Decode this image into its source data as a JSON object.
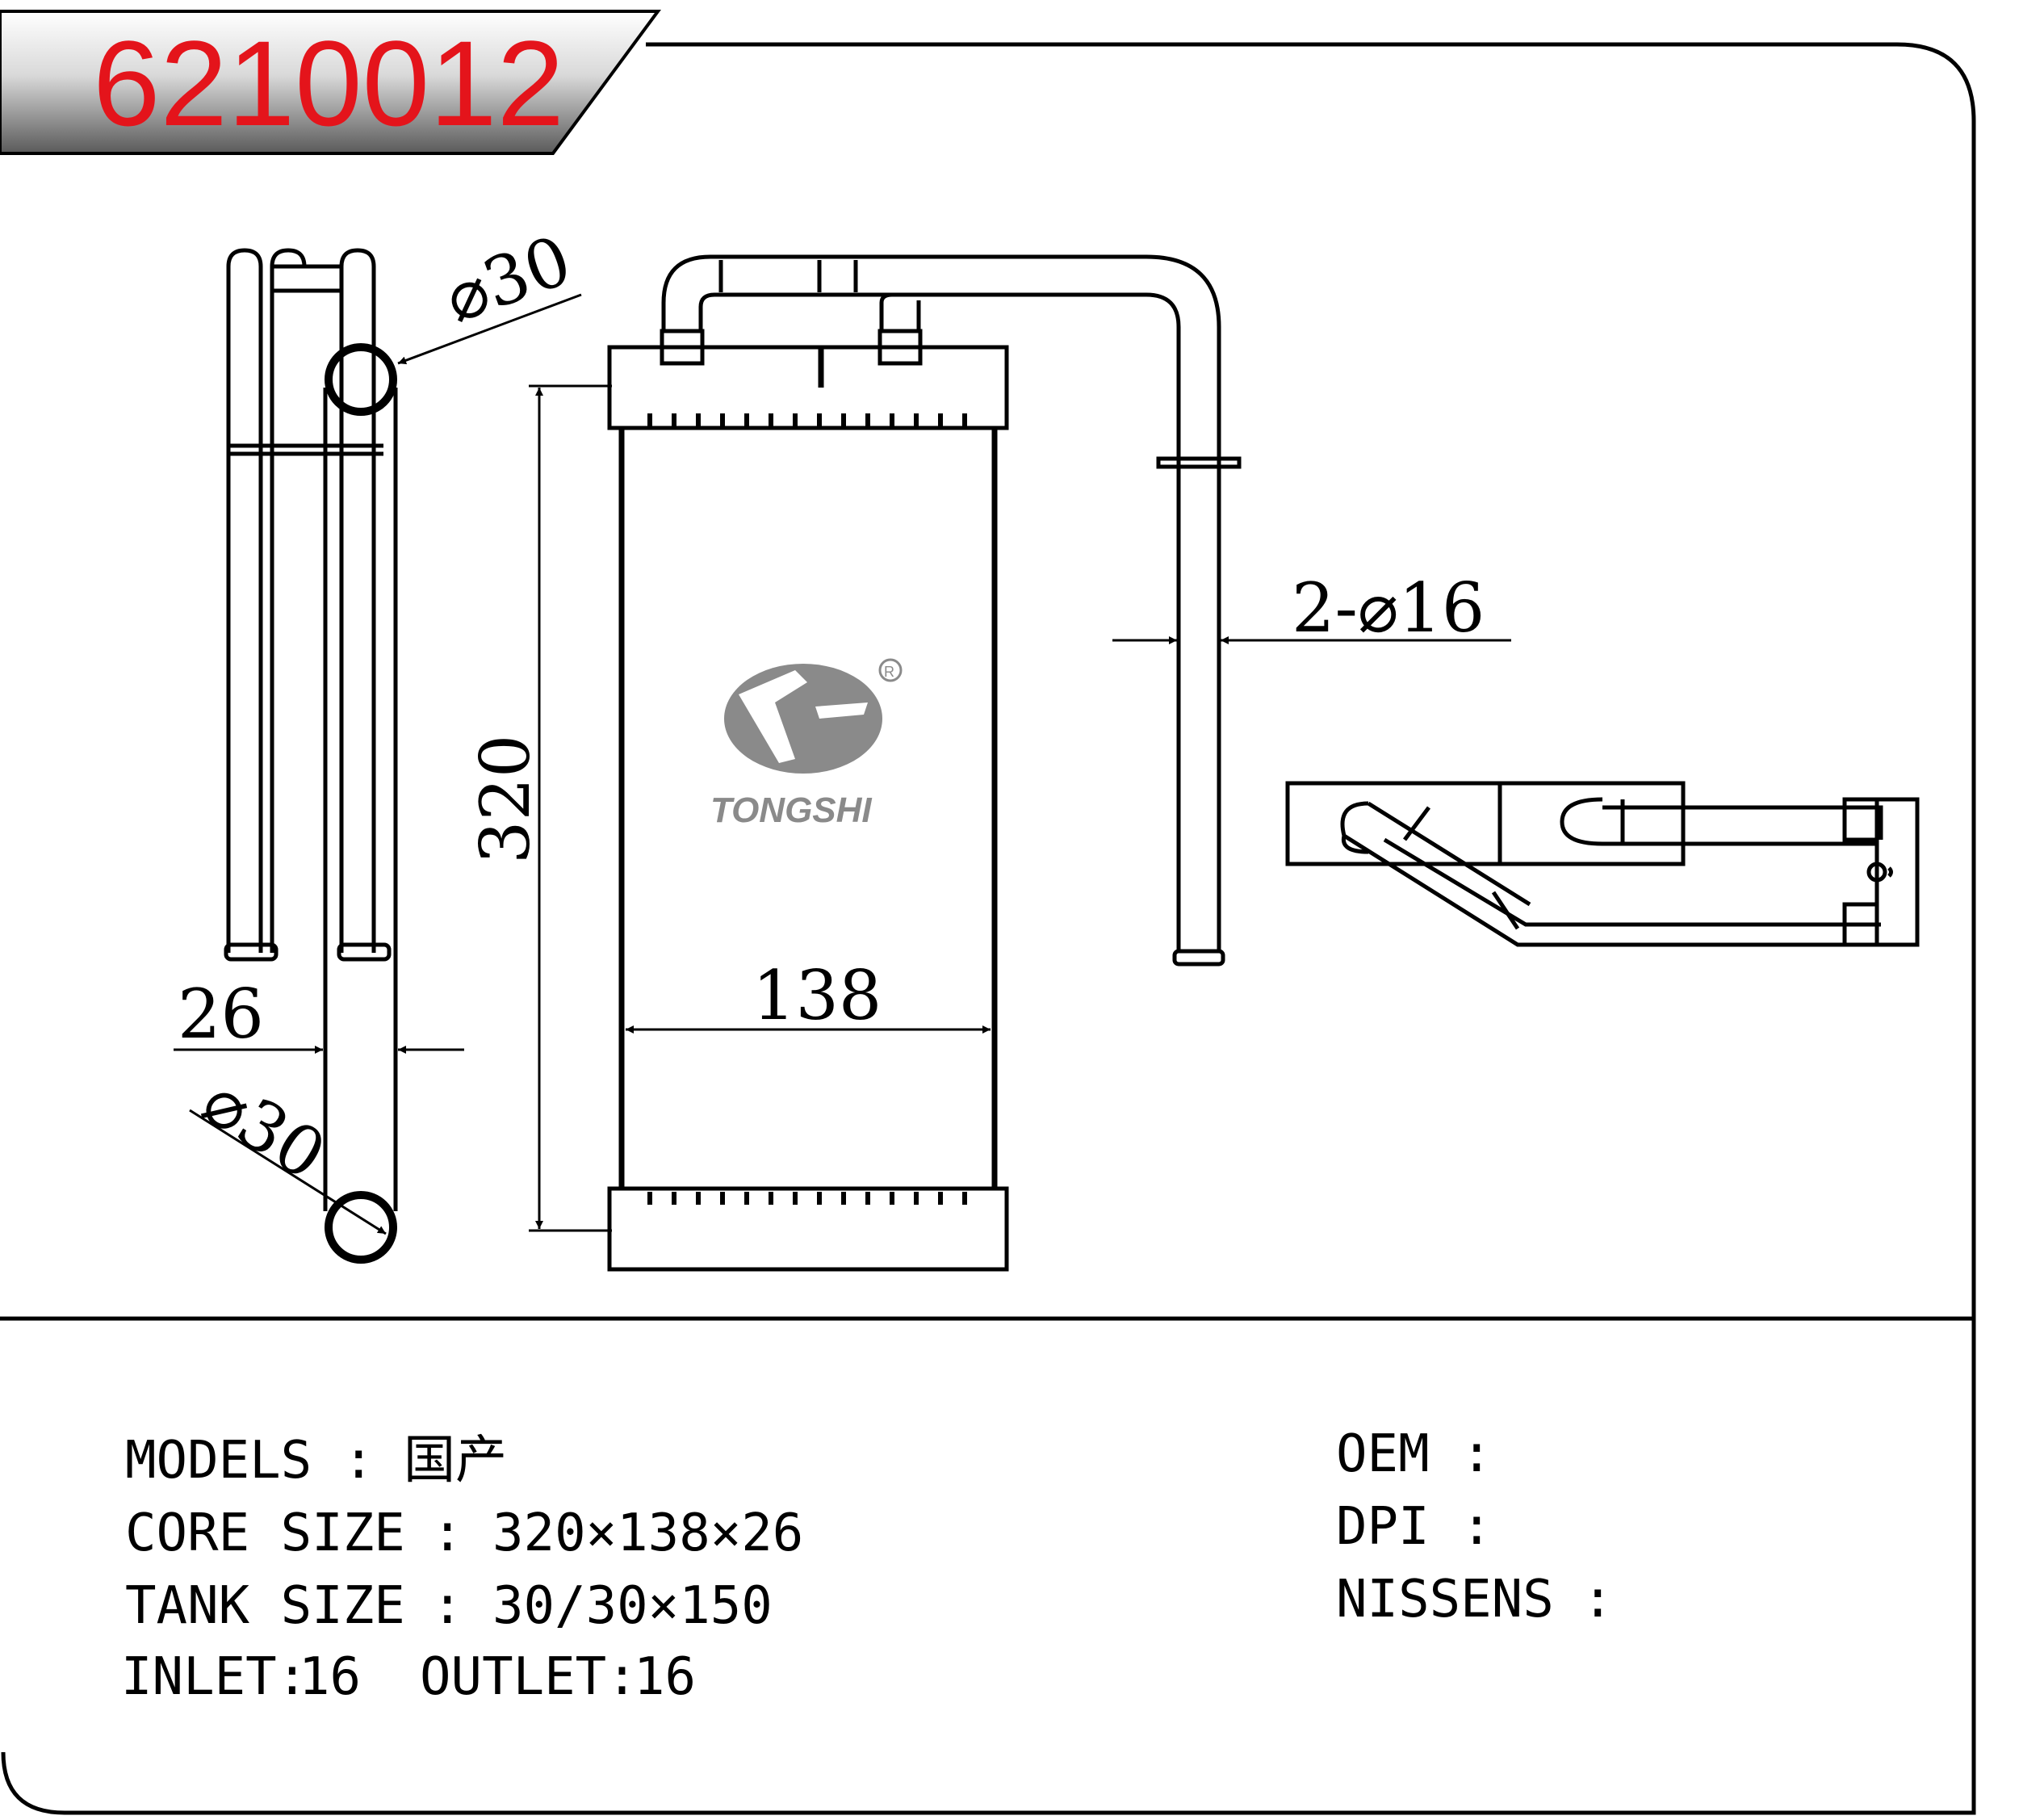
{
  "part_number": "6210012",
  "colors": {
    "part_number": "#e4141b",
    "line": "#000000",
    "logo": "#8a8a8a"
  },
  "dimensions": {
    "inlet_diameter_top": "⌀30",
    "outlet_diameter_bottom": "⌀30",
    "core_thickness": "26",
    "core_height": "320",
    "core_width": "138",
    "pipe_diameter": "2-⌀16"
  },
  "logo": {
    "brand": "TONGSHI",
    "registered_mark": "R"
  },
  "specs": {
    "models_label": "MODELS",
    "models_value": "国产",
    "core_size_label": "CORE SIZE",
    "core_size_value": "320×138×26",
    "tank_size_label": "TANK SIZE",
    "tank_size_value": "30/30×150",
    "inlet_label": "INLET:",
    "inlet_value": "16",
    "outlet_label": "OUTLET:",
    "outlet_value": "16",
    "separator": ":"
  },
  "references": {
    "oem_label": "OEM",
    "oem_value": "",
    "dpi_label": "DPI",
    "dpi_value": "",
    "nissens_label": "NISSENS",
    "nissens_value": "",
    "separator": ":"
  }
}
